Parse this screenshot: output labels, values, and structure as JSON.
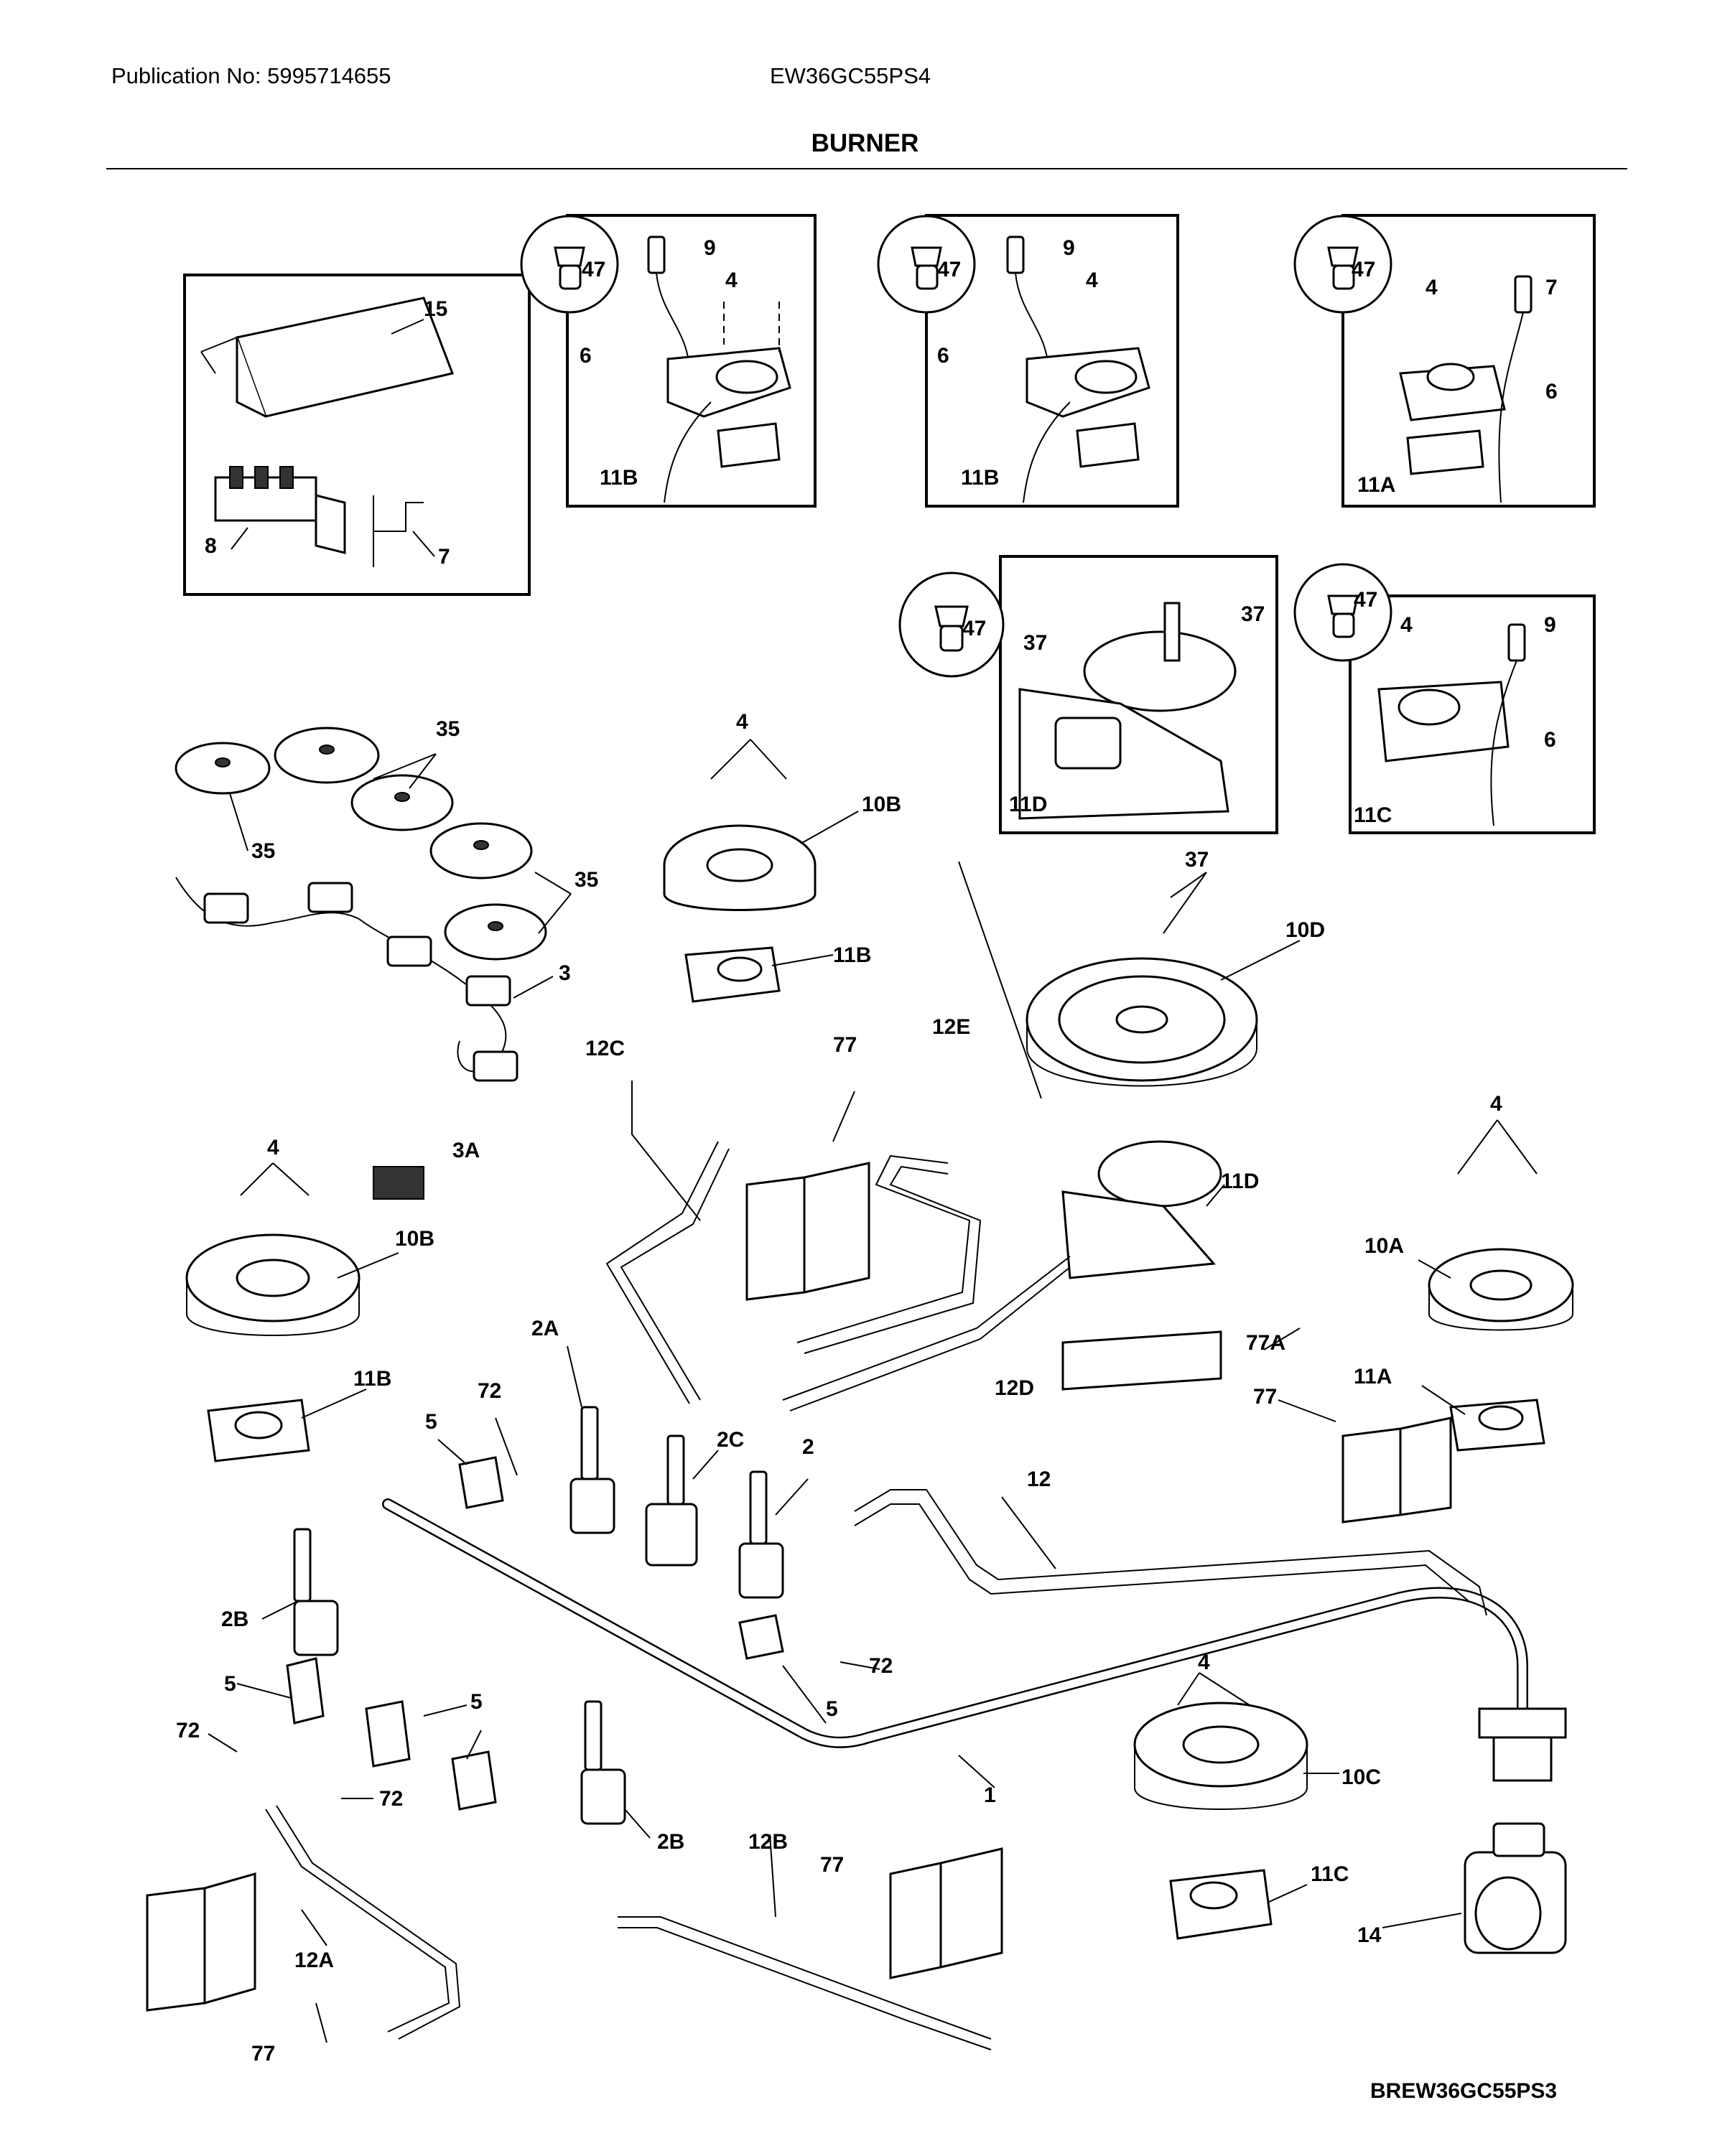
{
  "header": {
    "publication": "Publication No: 5995714655",
    "model": "EW36GC55PS4",
    "title": "BURNER"
  },
  "footer": {
    "drawing_id": "BREW36GC55PS3"
  },
  "callouts": {
    "c1": "1",
    "c2": "2",
    "c2A": "2A",
    "c2B": "2B",
    "c2B_lower": "2B",
    "c2C": "2C",
    "c3": "3",
    "c3A": "3A",
    "c4_10Bt": "4",
    "c4_10Bl": "4",
    "c4_10A": "4",
    "c4_10C": "4",
    "c4_i1": "4",
    "c4_i2": "4",
    "c4_i3": "4",
    "c4_i5": "4",
    "c5a": "5",
    "c5b": "5",
    "c5c": "5",
    "c5d": "5",
    "c6_i1": "6",
    "c6_i2": "6",
    "c6_i3": "6",
    "c6_i5": "6",
    "c7_i3": "7",
    "c7_top": "7",
    "c8": "8",
    "c9_i1": "9",
    "c9_i2": "9",
    "c9_i5": "9",
    "c10A": "10A",
    "c10B_top": "10B",
    "c10B_left": "10B",
    "c10C": "10C",
    "c10D": "10D",
    "c11A_i3": "11A",
    "c11A_main": "11A",
    "c11B_i1": "11B",
    "c11B_i2": "11B",
    "c11B_top": "11B",
    "c11B_left": "11B",
    "c11C_i5": "11C",
    "c11C_main": "11C",
    "c11D_i4": "11D",
    "c11D_main": "11D",
    "c12": "12",
    "c12A": "12A",
    "c12B": "12B",
    "c12C": "12C",
    "c12D": "12D",
    "c12E": "12E",
    "c14": "14",
    "c15": "15",
    "c35a": "35",
    "c35b": "35",
    "c35c": "35",
    "c37a": "37",
    "c37b": "37",
    "c37c": "37",
    "c47_i1": "47",
    "c47_i2": "47",
    "c47_i3": "47",
    "c47_i4": "47",
    "c47_i5": "47",
    "c72a": "72",
    "c72b": "72",
    "c72c": "72",
    "c72d": "72",
    "c77a": "77",
    "c77b": "77",
    "c77c": "77",
    "c77d": "77",
    "c77A": "77A"
  }
}
